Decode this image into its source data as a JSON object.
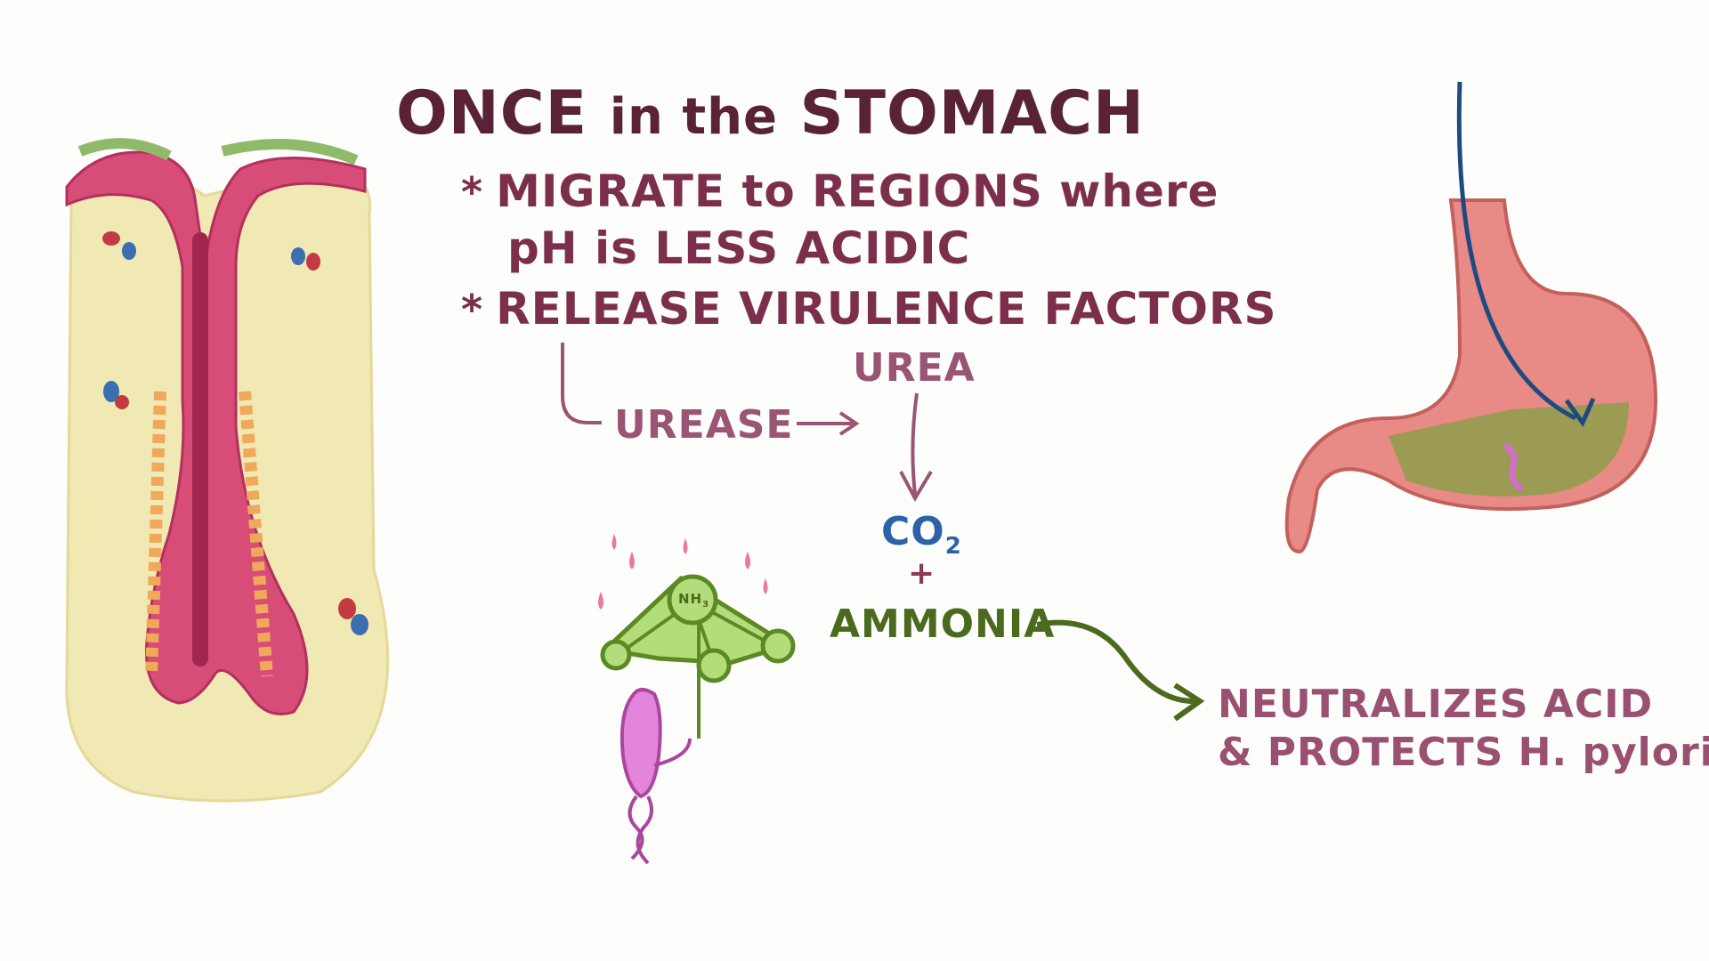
{
  "title": {
    "once": "ONCE",
    "in_the": "in the",
    "stomach": "STOMACH"
  },
  "bullets": {
    "star": "*",
    "b1_line1": "MIGRATE to REGIONS where",
    "b1_line2": "pH is LESS ACIDIC",
    "b2": "RELEASE VIRULENCE FACTORS"
  },
  "flow": {
    "urease": "UREASE",
    "urea": "UREA",
    "co2_main": "CO",
    "co2_sub": "2",
    "plus": "+",
    "ammonia": "AMMONIA",
    "nh3_main": "NH",
    "nh3_sub": "3",
    "result_line1": "NEUTRALIZES ACID",
    "result_line2": "& PROTECTS H. pylori"
  },
  "colors": {
    "title": "#5a2237",
    "bullets": "#7c2f4c",
    "co2": "#2c62a7",
    "ammonia": "#4c6a1e",
    "result": "#9a5070"
  }
}
